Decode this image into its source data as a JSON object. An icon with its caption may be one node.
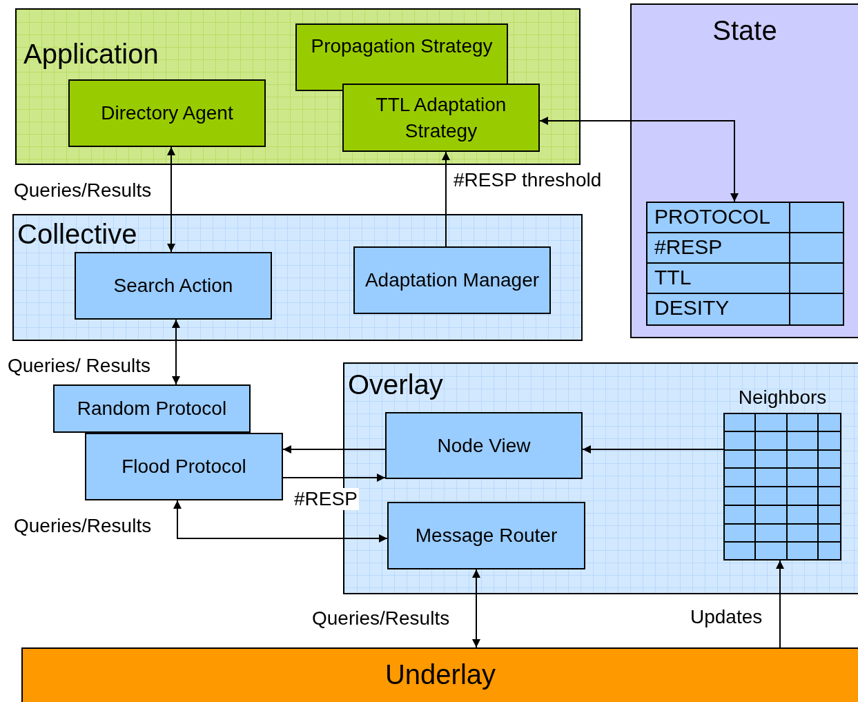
{
  "diagram": {
    "nodes": [
      {
        "text": [
          "Application"
        ]
      },
      {
        "text": [
          "Propagation Strategy"
        ],
        "in": 0
      },
      {
        "text": [
          "TTL Adaptation Strategy"
        ],
        "in": 0
      },
      {
        "text": [
          "Directory Agent"
        ],
        "in": 0
      },
      {
        "text": [
          "State"
        ]
      },
      {
        "text": [
          "PROTOCOL",
          "#RESP",
          "TTL",
          "DESITY"
        ],
        "in": 4
      },
      {
        "text": [
          "Collective"
        ]
      },
      {
        "text": [
          "Search Action"
        ],
        "in": 6
      },
      {
        "text": [
          "Adaptation Manager"
        ],
        "in": 6
      },
      {
        "text": [
          "Random Protocol"
        ]
      },
      {
        "text": [
          "Flood Protocol"
        ]
      },
      {
        "text": [
          "Overlay"
        ]
      },
      {
        "text": [
          "Node View"
        ],
        "in": 11
      },
      {
        "text": [
          "Message Router"
        ],
        "in": 11
      },
      {
        "text": [
          "Neighbors"
        ],
        "in": 11
      },
      {
        "text": [
          "Underlay"
        ]
      }
    ],
    "edges": [
      {
        "from": 3,
        "to": 7,
        "arrow": "both",
        "label": "Queries/Results"
      },
      {
        "from": 8,
        "to": 2,
        "arrow": "to",
        "label": "#RESP threshold"
      },
      {
        "from": 2,
        "to": 5,
        "arrow": "both"
      },
      {
        "from": 7,
        "to": 9,
        "arrow": "both",
        "label": "Queries/ Results"
      },
      {
        "from": 12,
        "to": 10,
        "arrow": "to"
      },
      {
        "from": 10,
        "to": 12,
        "arrow": "to",
        "label": "#RESP"
      },
      {
        "from": 10,
        "to": 13,
        "arrow": "both",
        "label": "Queries/Results"
      },
      {
        "from": 13,
        "to": 15,
        "arrow": "both",
        "label": "Queries/Results"
      },
      {
        "from": 15,
        "to": 14,
        "arrow": "to",
        "label": "Updates"
      },
      {
        "from": 14,
        "to": 12,
        "arrow": "to"
      }
    ]
  }
}
